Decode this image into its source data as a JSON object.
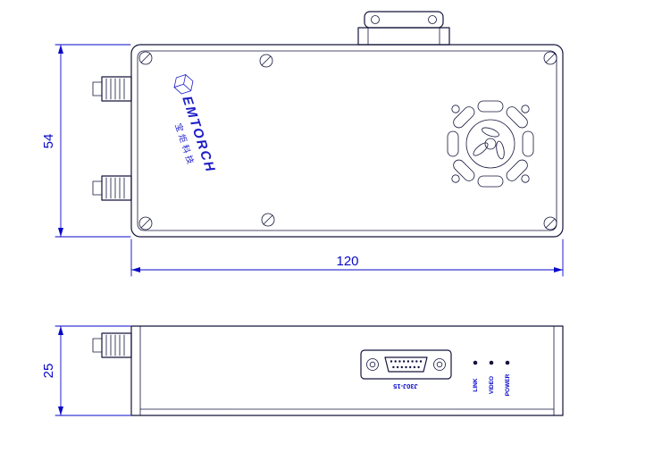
{
  "drawing": {
    "brand": {
      "letters": "EMTORCH",
      "chinese": "宝炬科技"
    },
    "dimensions": {
      "top_height": "54",
      "length": "120",
      "front_height": "25"
    },
    "front_panel": {
      "connector_label": "J30J-15",
      "leds": [
        {
          "label": "LINK"
        },
        {
          "label": "VIDEO"
        },
        {
          "label": "POWER"
        }
      ]
    },
    "colors": {
      "outline": "#14143c",
      "dimension_blue": "#0707c8",
      "logo_blue": "#1c1cc8"
    }
  }
}
